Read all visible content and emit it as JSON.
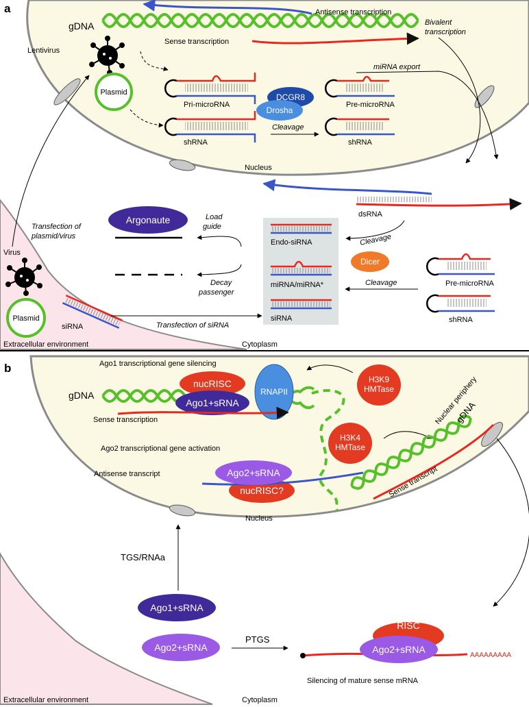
{
  "colors": {
    "nucleus_fill": "#fbf8e3",
    "env_fill": "#fbe4ea",
    "cytoplasm_box": "#dde3e3",
    "sense_red": "#e8281e",
    "antisense_blue": "#3a55c8",
    "dna_green": "#55c02a",
    "argonaute_purple": "#402a9a",
    "ago2_violet": "#9a5ae6",
    "nuc_red": "#e33b22",
    "drosha_blue": "#4a8ee0",
    "dcgr8_blue": "#1e4aa8",
    "dicer_orange": "#ee7a2a"
  },
  "panel_a": {
    "label": "a",
    "gdna": "gDNA",
    "antisense_transcription": "Antisense transcription",
    "sense_transcription": "Sense transcription",
    "bivalent_transcription": "Bivalent transcription",
    "lentivirus": "Lentivirus",
    "plasmid_nuc": "Plasmid",
    "pri_microrna": "Pri-microRNA",
    "shrna_nuc": "shRNA",
    "dcgr8": "DCGR8",
    "drosha": "Drosha",
    "cleavage_nuc": "Cleavage",
    "pre_microrna_nuc": "Pre-microRNA",
    "shrna_nuc2": "shRNA",
    "mirna_export": "miRNA export",
    "nucleus": "Nucleus",
    "transfection_plasmid": "Transfection of plasmid/virus",
    "virus": "Virus",
    "plasmid_env": "Plasmid",
    "sirna_env": "siRNA",
    "extracellular": "Extracellular environment",
    "cytoplasm": "Cytoplasm",
    "argonaute": "Argonaute",
    "load_guide": "Load guide",
    "decay_passenger": "Decay passenger",
    "dsrna": "dsRNA",
    "endo_sirna": "Endo-siRNA",
    "mirna_star": "miRNA/miRNA*",
    "sirna_box": "siRNA",
    "cleavage_ds": "Cleavage",
    "cleavage_dicer": "Cleavage",
    "dicer": "Dicer",
    "pre_microrna_cyto": "Pre-microRNA",
    "shrna_cyto": "shRNA",
    "transfection_sirna": "Transfection of siRNA"
  },
  "panel_b": {
    "label": "b",
    "ago1_tgs": "Ago1 transcriptional gene silencing",
    "gdna": "gDNA",
    "nucrisc": "nucRISC",
    "ago1_srna": "Ago1+sRNA",
    "rnapii": "RNAPII",
    "sense_transcription": "Sense transcription",
    "h3k9_line1": "H3K9",
    "h3k9_line2": "HMTase",
    "h3k4_line1": "H3K4",
    "h3k4_line2": "HMTase",
    "ago2_activation": "Ago2 transcriptional gene activation",
    "antisense_transcript": "Antisense transcript",
    "ago2_srna_nuc": "Ago2+sRNA",
    "nucrisc_q": "nucRISC?",
    "nuclear_periphery": "Nuclear periphery",
    "gdna_periphery": "gDNA",
    "sense_transcript": "Sense transcript",
    "nucleus": "Nucleus",
    "tgs_rnaa": "TGS/RNAa",
    "ago1_srna_cyto": "Ago1+sRNA",
    "ago2_srna_cyto": "Ago2+sRNA",
    "ptgs": "PTGS",
    "risc": "RISC",
    "ago2_srna_mrna": "Ago2+sRNA",
    "poly_a": "AAAAAAAAA",
    "silencing": "Silencing of mature sense mRNA",
    "extracellular": "Extracellular environment",
    "cytoplasm": "Cytoplasm"
  }
}
